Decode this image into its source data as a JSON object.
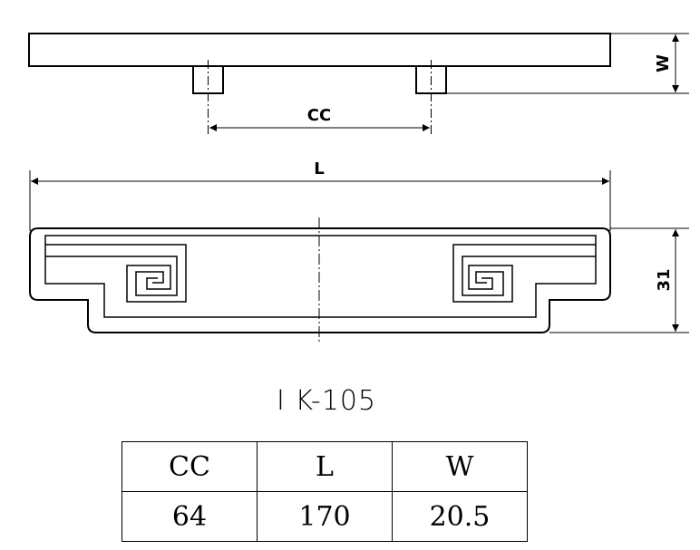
{
  "drawing": {
    "dim_cc": "CC",
    "dim_l": "L",
    "dim_w": "W",
    "dim_height": "31",
    "model": "I K-105"
  },
  "table": {
    "headers": [
      "CC",
      "L",
      "W"
    ],
    "values": [
      "64",
      "170",
      "20.5"
    ]
  }
}
